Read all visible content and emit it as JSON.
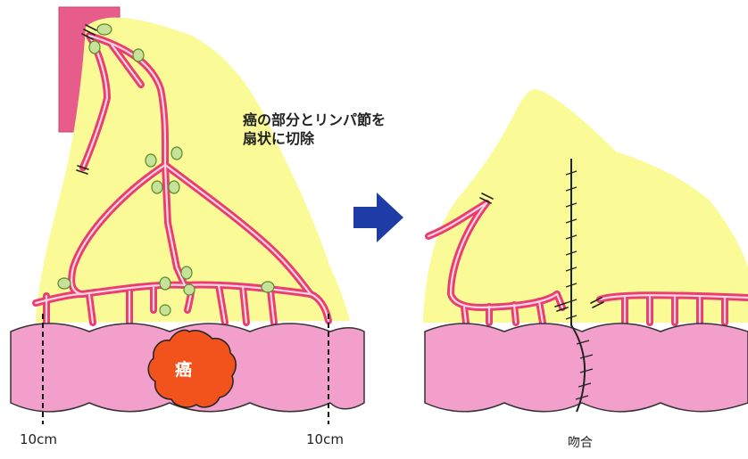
{
  "caption": {
    "line1": "癌の部分とリンパ節を",
    "line2": "扇状に切除"
  },
  "labels": {
    "tumor": "癌",
    "margin_left": "10cm",
    "margin_right": "10cm",
    "anastomosis": "吻合"
  },
  "colors": {
    "mesentery": "#fafa96",
    "bowel": "#f29fcc",
    "bowel_outline": "#333333",
    "vessel": "#ea3d71",
    "vessel_core": "#ffd7e2",
    "lymph_node": "#c6e29a",
    "tumor": "#f2521c",
    "pink_block": "#e85c8c",
    "arrow": "#1e3ca6"
  }
}
